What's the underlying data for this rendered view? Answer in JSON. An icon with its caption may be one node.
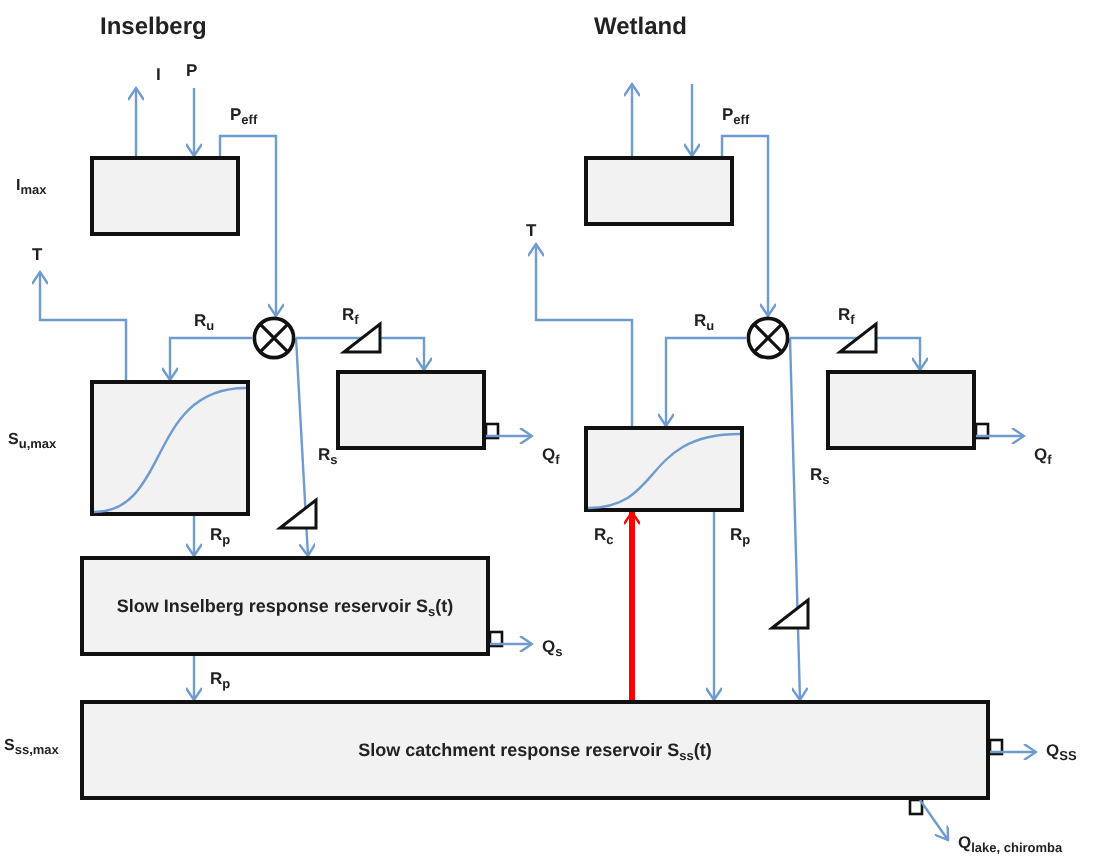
{
  "diagram": {
    "nodes": [
      {
        "text": [],
        "shape": "box",
        "beside": [
          "I$_{max}$"
        ]
      },
      {
        "text": [],
        "shape": "circle"
      },
      {
        "text": [],
        "shape": "box",
        "beside": [
          "S$_{u,max}$"
        ]
      },
      {
        "text": [],
        "shape": "box"
      },
      {
        "text": [
          "Slow Inselberg response reservoir S$_{s}$(t)"
        ]
      },
      {
        "text": [
          "Slow catchment response reservoir S$_{ss}$(t)"
        ],
        "beside": [
          "S$_{ss,max}$"
        ]
      },
      {
        "text": [],
        "shape": "box"
      },
      {
        "text": [],
        "shape": "circle"
      },
      {
        "text": [],
        "shape": "box"
      },
      {
        "text": [],
        "shape": "box"
      }
    ],
    "edges": [
      {
        "from": null,
        "to": 0,
        "arrow": "to",
        "label": "P"
      },
      {
        "from": 0,
        "to": null,
        "arrow": "to",
        "label": "I"
      },
      {
        "from": 0,
        "to": 1,
        "arrow": "to",
        "label": "P$_{eff}$"
      },
      {
        "from": 2,
        "to": null,
        "arrow": "to",
        "label": "T"
      },
      {
        "from": 1,
        "to": 2,
        "arrow": "to",
        "label": "R$_{u}$"
      },
      {
        "from": 1,
        "to": 3,
        "arrow": "to",
        "label": "R$_{f}$"
      },
      {
        "from": 1,
        "to": 4,
        "arrow": "to",
        "label": "R$_{s}$"
      },
      {
        "from": 2,
        "to": 4,
        "arrow": "to",
        "label": "R$_{p}$"
      },
      {
        "from": 3,
        "to": null,
        "arrow": "to",
        "label": "Q$_{f}$"
      },
      {
        "from": 4,
        "to": 5,
        "arrow": "to",
        "label": "R$_{p}$"
      },
      {
        "from": 4,
        "to": null,
        "arrow": "to",
        "label": "Q$_{s}$"
      },
      {
        "from": null,
        "to": 6,
        "arrow": "to"
      },
      {
        "from": 6,
        "to": null,
        "arrow": "to"
      },
      {
        "from": 6,
        "to": 7,
        "arrow": "to",
        "label": "P$_{eff}$"
      },
      {
        "from": 8,
        "to": null,
        "arrow": "to",
        "label": "T"
      },
      {
        "from": 7,
        "to": 8,
        "arrow": "to",
        "label": "R$_{u}$"
      },
      {
        "from": 7,
        "to": 9,
        "arrow": "to",
        "label": "R$_{f}$"
      },
      {
        "from": 7,
        "to": 5,
        "arrow": "to",
        "label": "R$_{s}$"
      },
      {
        "from": 8,
        "to": 5,
        "arrow": "to",
        "label": "R$_{p}$"
      },
      {
        "from": 9,
        "to": null,
        "arrow": "to",
        "label": "Q$_{f}$"
      },
      {
        "from": 5,
        "to": 8,
        "arrow": "to",
        "label": "R$_{c}$",
        "style": "thick",
        "color": "#ff0000"
      },
      {
        "from": 5,
        "to": null,
        "arrow": "to",
        "label": "Q$_{SS}$"
      },
      {
        "from": 5,
        "to": null,
        "arrow": "to",
        "label": "Q$_{lake, chiromba}$"
      }
    ],
    "labels": [
      "Inselberg",
      "Wetland"
    ]
  }
}
